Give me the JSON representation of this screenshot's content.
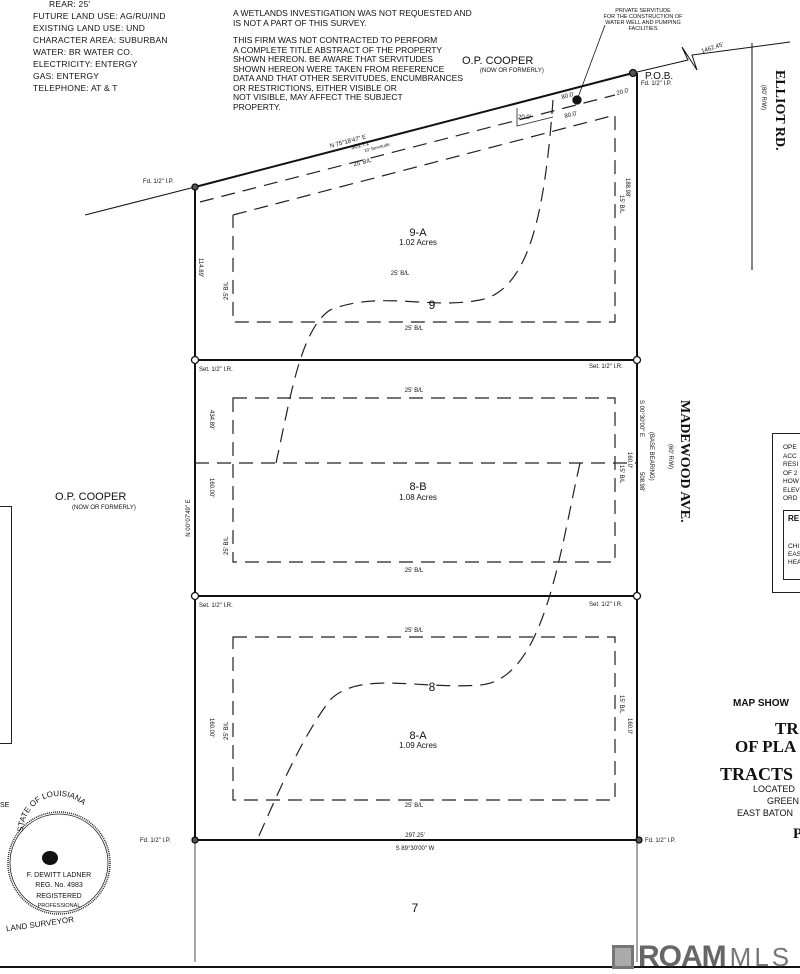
{
  "notes_left": {
    "rear": "REAR: 25'",
    "future_land_use": "FUTURE LAND USE:  AG/RU/IND",
    "existing_land_use": "EXISTING LAND USE:  UND",
    "character_area": "CHARACTER AREA:  SUBURBAN",
    "water": "WATER:  BR WATER CO.",
    "electricity": "ELECTRICITY: ENTERGY",
    "gas": "GAS: ENTERGY",
    "telephone": "TELEPHONE:  AT & T"
  },
  "notes_right": {
    "wetlands": [
      "A WETLANDS INVESTIGATION WAS NOT REQUESTED AND",
      "IS NOT A PART OF THIS SURVEY."
    ],
    "title_abstract": [
      "THIS FIRM WAS NOT CONTRACTED TO PERFORM",
      "A COMPLETE TITLE ABSTRACT OF THE PROPERTY",
      "SHOWN HEREON. BE AWARE THAT SERVITUDES",
      "SHOWN HEREON WERE TAKEN FROM REFERENCE",
      "DATA AND THAT OTHER SERVITUDES, ENCUMBRANCES",
      "OR RESTRICTIONS, EITHER VISIBLE OR",
      "NOT VISIBLE, MAY AFFECT THE SUBJECT",
      "PROPERTY."
    ]
  },
  "servitude_note": [
    "PRIVATE SERVITUDE",
    "FOR THE CONSTRUCTION OF",
    "WATER WELL AND PUMPING",
    "FACILITIES"
  ],
  "neighbors": {
    "top": "O.P. COOPER",
    "top_sub": "(NOW OR FORMERLY)",
    "left": "O.P. COOPER",
    "left_sub": "(NOW OR FORMERLY)"
  },
  "roads": {
    "elliot": "ELLIOT RD.",
    "elliot_rw": "(80' R/W)",
    "madewood": "MADEWOOD AVE.",
    "madewood_rw": "(60' R/W)"
  },
  "labels": {
    "pob": "P.O.B.",
    "fd_ip": "Fd. 1/2\" I.P.",
    "set_ir": "Set. 1/2\" I.R.",
    "dist_1462": "1462.45'",
    "bearing_top": "N 75°18'47\" E",
    "dist_top": "301.71'",
    "servitude_10": "10' Servitude",
    "d80a": "80.0'",
    "d80b": "80.0'",
    "d20a": "20.0'",
    "d20b": "20.0'",
    "bl25": "25' B/L",
    "bl15": "15' B/L",
    "d11489": "114.89'",
    "d18898": "188.98'",
    "d43489": "434.89'",
    "bearing_left": "N 00°07'49\" E",
    "d160": "160.00'",
    "d1600": "160.0'",
    "bearing_right": "S 00°30'00\" E",
    "base_bearing": "(BASE BEARING)",
    "d50898": "508.98'",
    "d29725": "297.25'",
    "bearing_bottom": "S 89°30'00\" W",
    "lot7": "7",
    "serv9": "9",
    "serv8": "8"
  },
  "tracts": [
    {
      "name": "9-A",
      "area": "1.02 Acres"
    },
    {
      "name": "8-B",
      "area": "1.08 Acres"
    },
    {
      "name": "8-A",
      "area": "1.09 Acres"
    }
  ],
  "inset_box": {
    "lines": [
      "OPE",
      "ACC",
      "RESI",
      "OF 2",
      "HOW",
      "ELEV",
      "ORD"
    ],
    "re": "RE",
    "lines2": [
      "CHI",
      "EAS",
      "HEA"
    ]
  },
  "title_block": {
    "map_show": "MAP SHOW",
    "tr": "TR",
    "of_pla": "OF  PLA",
    "tracts": "TRACTS",
    "located": "LOCATED",
    "green": "GREEN",
    "east_baton": "EAST  BATON",
    "p": "P",
    "se": "SE"
  },
  "seal": {
    "state": "STATE OF LOUISIANA",
    "name": "F. DEWITT LADNER",
    "reg": "REG. No. 4983",
    "registered": "REGISTERED",
    "professional": "PROFESSIONAL",
    "land_surveyor": "LAND SURVEYOR"
  },
  "logo": {
    "roam": "ROAM",
    "mls": "MLS",
    "color": "#666666"
  }
}
